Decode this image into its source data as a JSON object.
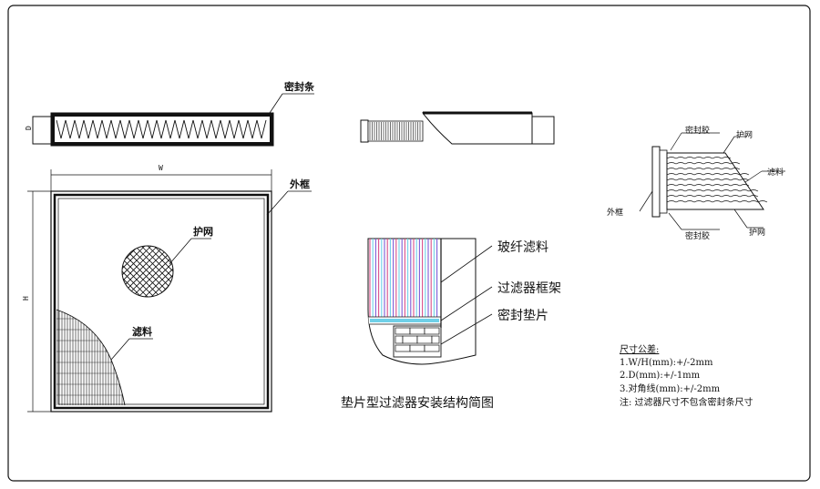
{
  "labels": {
    "seal_strip": "密封条",
    "outer_frame": "外框",
    "protective_mesh": "护网",
    "filter_media": "滤料",
    "dim_w": "W",
    "dim_h": "H",
    "dim_d": "D"
  },
  "detail": {
    "glass_fiber_media": "玻纤滤料",
    "filter_frame": "过滤器框架",
    "sealing_gasket": "密封垫片",
    "caption": "垫片型过滤器安装结构简图"
  },
  "section": {
    "sealant_top": "密封胶",
    "mesh_top": "护网",
    "media": "滤料",
    "frame": "外框",
    "sealant_bottom": "密封胶",
    "mesh_bottom": "护网"
  },
  "tolerance": {
    "title": "尺寸公差:",
    "line1": "1.W/H(mm):+/-2mm",
    "line2": "2.D(mm):+/-1mm",
    "line3": "3.对角线(mm):+/-2mm",
    "note": "注: 过滤器尺寸不包含密封条尺寸"
  }
}
